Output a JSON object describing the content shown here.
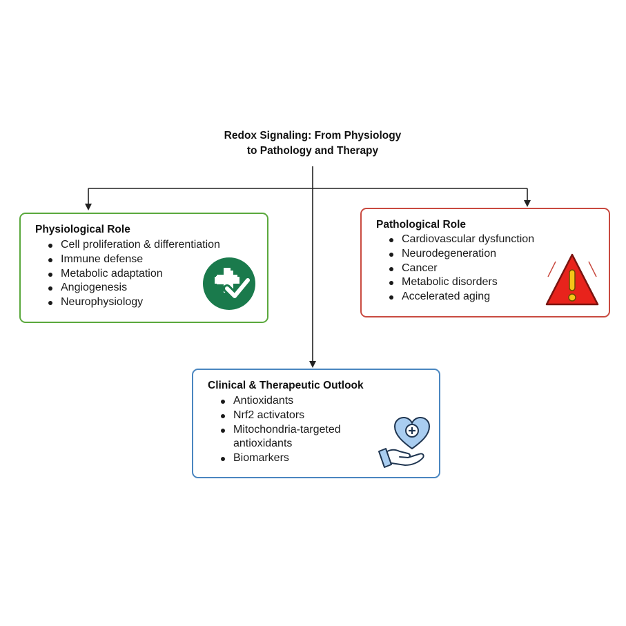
{
  "title": {
    "line1": "Redox Signaling: From Physiology",
    "line2": "to Pathology and Therapy"
  },
  "physiological": {
    "heading": "Physiological Role",
    "items": [
      "Cell proliferation & differentiation",
      "Immune defense",
      "Metabolic adaptation",
      "Angiogenesis",
      "Neurophysiology"
    ],
    "icon": "medical-check-icon",
    "border_color": "#5aa83c",
    "icon_color": "#1a7a4c"
  },
  "pathological": {
    "heading": "Pathological Role",
    "items": [
      "Cardiovascular dysfunction",
      "Neurodegeneration",
      "Cancer",
      "Metabolic disorders",
      "Accelerated aging"
    ],
    "icon": "warning-triangle-icon",
    "border_color": "#c94a40",
    "icon_color": "#e8231c",
    "icon_accent": "#f5c518"
  },
  "clinical": {
    "heading": "Clinical & Therapeutic Outlook",
    "items": [
      "Antioxidants",
      "Nrf2 activators",
      "Mitochondria-targeted",
      "antioxidants",
      "Biomarkers"
    ],
    "icon": "hand-heart-care-icon",
    "border_color": "#4a86c0",
    "icon_color": "#a9cdf0"
  },
  "connector_color": "#222222"
}
